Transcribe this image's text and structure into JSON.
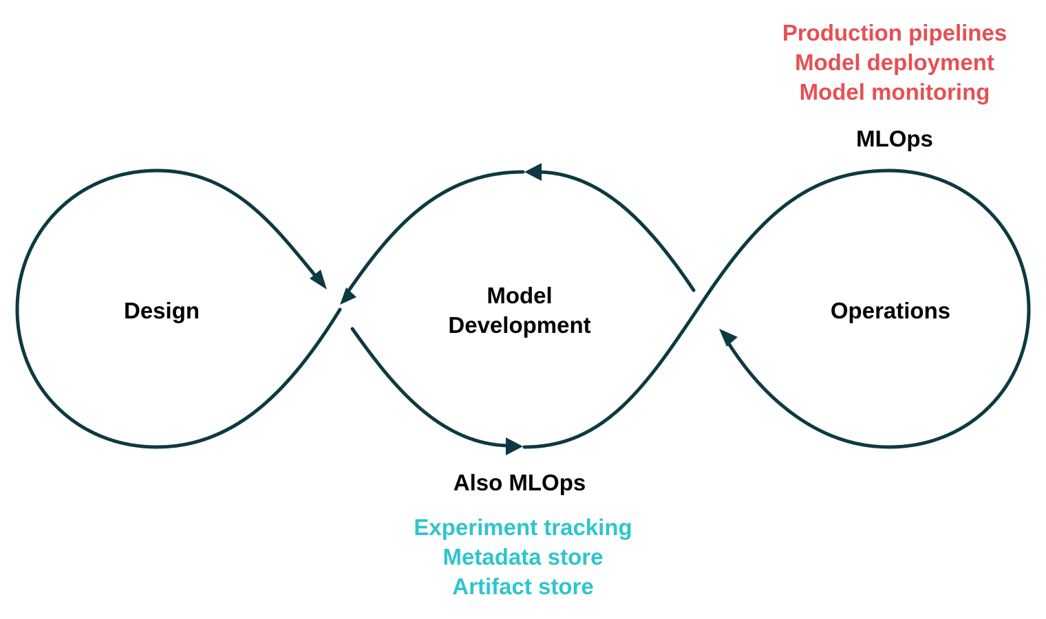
{
  "diagram": {
    "stages": {
      "design": "Design",
      "model_development": [
        "Model",
        "Development"
      ],
      "operations": "Operations"
    },
    "top_group": {
      "title": "MLOps",
      "items": [
        "Production pipelines",
        "Model deployment",
        "Model monitoring"
      ]
    },
    "bottom_group": {
      "title": "Also MLOps",
      "items": [
        "Experiment tracking",
        "Metadata store",
        "Artifact store"
      ]
    },
    "colors": {
      "loop_stroke": "#0d3a42",
      "top_items": "#e55054",
      "bottom_items": "#2ec5cc",
      "labels": "#000000"
    }
  }
}
